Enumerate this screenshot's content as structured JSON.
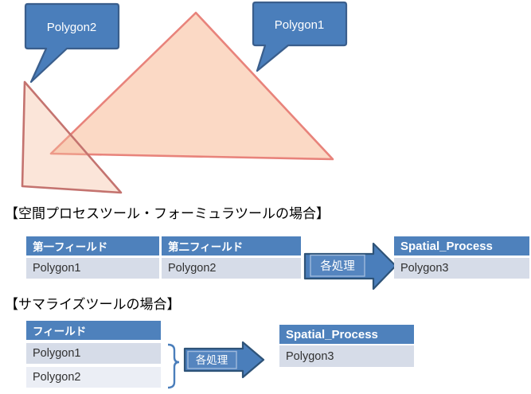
{
  "diagram_title": "polygon-spatial-process-diagram",
  "colors": {
    "accent_blue": "#4A7EBB",
    "accent_blue_dark": "#2E5378",
    "callout_border": "#3A5E8C",
    "table_header_bg": "#4E81BC",
    "table_row_bg": "#D6DCE8",
    "table_row_alt_bg": "#EBEEF5",
    "polygon1_fill": "#FBD9C5",
    "polygon1_border": "#E8837B",
    "polygon2_fill": "#FBE9DC",
    "polygon2_border": "#C4736F"
  },
  "callouts": {
    "polygon1_label": "Polygon1",
    "polygon2_label": "Polygon2"
  },
  "section1": {
    "heading": "【空間プロセスツール・フォーミュラツールの場合】",
    "input_table": {
      "headers": [
        "第一フィールド",
        "第二フィールド"
      ],
      "rows": [
        [
          "Polygon1",
          "Polygon2"
        ]
      ]
    },
    "arrow_label": "各処理",
    "output_table": {
      "headers": [
        "Spatial_Process"
      ],
      "rows": [
        [
          "Polygon3"
        ]
      ]
    }
  },
  "section2": {
    "heading": "【サマライズツールの場合】",
    "input_table": {
      "headers": [
        "フィールド"
      ],
      "rows": [
        [
          "Polygon1"
        ],
        [
          "Polygon2"
        ]
      ]
    },
    "arrow_label": "各処理",
    "output_table": {
      "headers": [
        "Spatial_Process"
      ],
      "rows": [
        [
          "Polygon3"
        ]
      ]
    }
  }
}
